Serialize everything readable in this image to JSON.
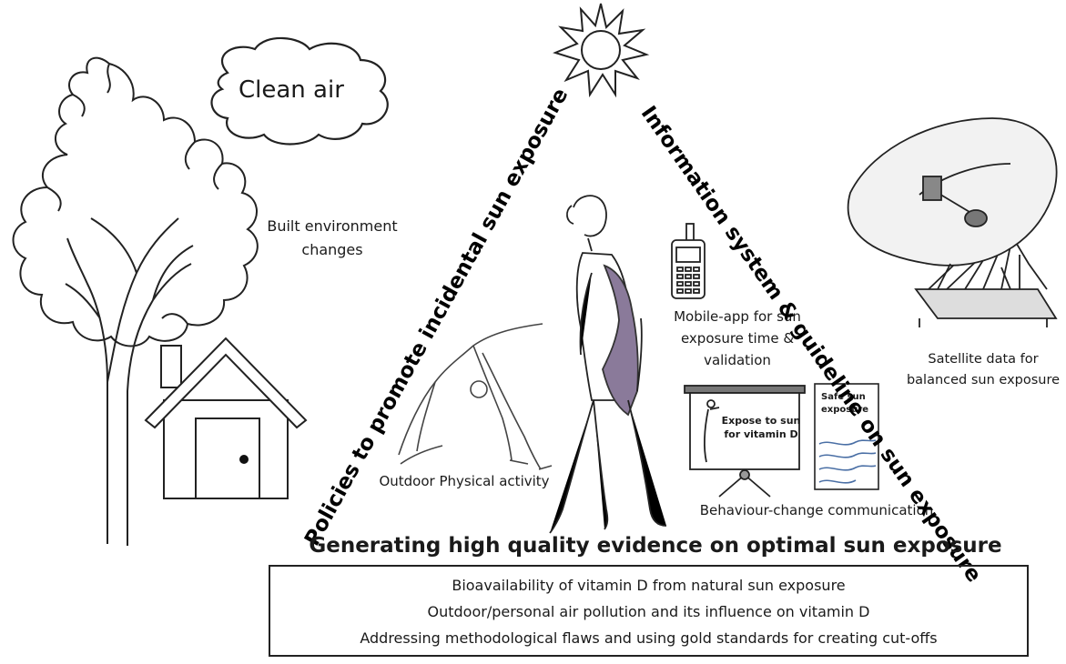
{
  "labels": {
    "clean_air": "Clean air",
    "built_environment": "Built environment changes",
    "outdoor_activity": "Outdoor Physical activity",
    "mobile_app": "Mobile-app for sun exposure time & validation",
    "behaviour_change": "Behaviour-change communication",
    "satellite": "Satellite data for balanced sun exposure",
    "board_text": "Expose to sun for vitamin D",
    "leaflet_text": "Safe sun exposure"
  },
  "triangle": {
    "left_side": "Policies to promote incidental sun exposure",
    "right_side": "Information system & guideline on sun exposure",
    "bottom_side": "Generating high quality evidence on optimal sun exposure"
  },
  "evidence_items": [
    "Bioavailability of vitamin D from natural sun exposure",
    "Outdoor/personal air pollution and its  influence on vitamin D",
    "Addressing methodological flaws and using gold standards for  creating cut-offs"
  ],
  "icons": [
    "sun-icon",
    "cloud-icon",
    "tree-icon",
    "house-icon",
    "yoga-figure-icon",
    "woman-figure-icon",
    "mobile-phone-icon",
    "presentation-board-icon",
    "leaflet-icon",
    "satellite-dish-icon"
  ]
}
